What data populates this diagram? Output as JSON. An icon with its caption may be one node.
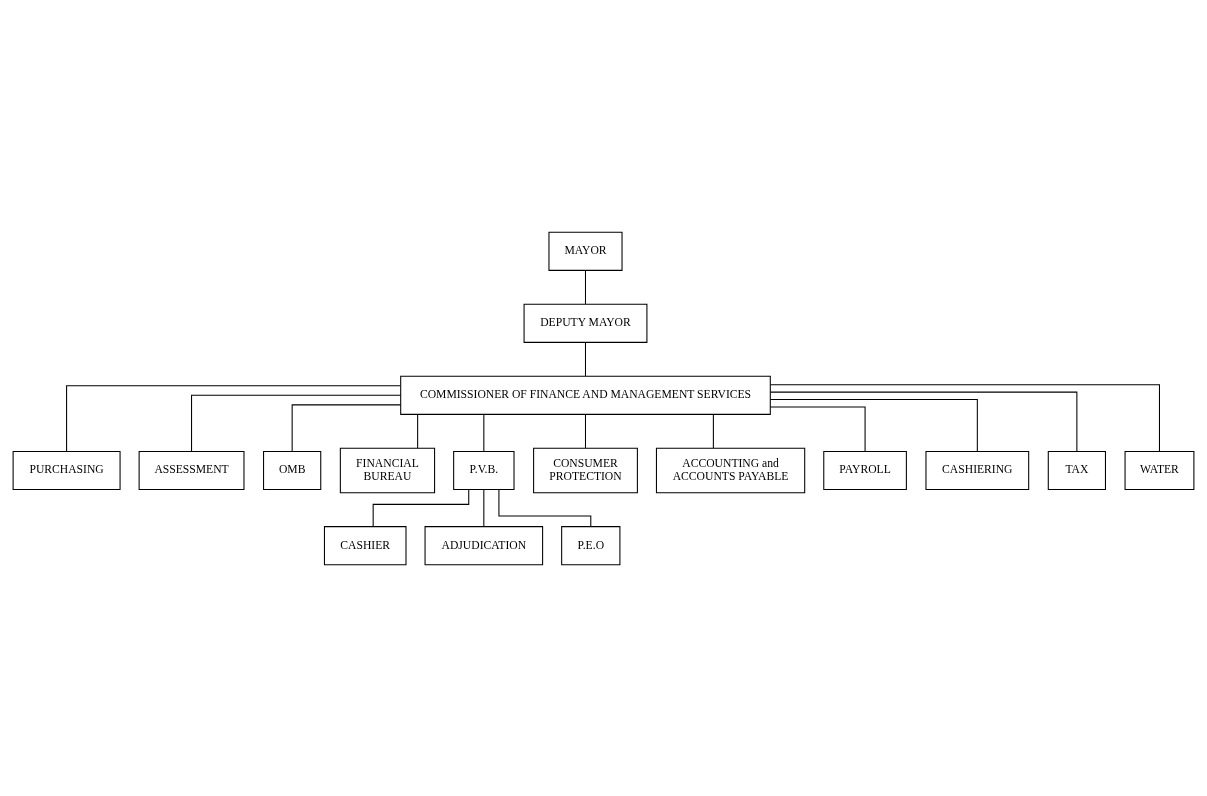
{
  "diagram": {
    "nodes": [
      {
        "text": [
          "MAYOR"
        ]
      },
      {
        "text": [
          "DEPUTY MAYOR"
        ]
      },
      {
        "text": [
          "COMMISSIONER OF FINANCE AND MANAGEMENT SERVICES"
        ]
      },
      {
        "text": [
          "PURCHASING"
        ]
      },
      {
        "text": [
          "ASSESSMENT"
        ]
      },
      {
        "text": [
          "OMB"
        ]
      },
      {
        "text": [
          "FINANCIAL BUREAU"
        ]
      },
      {
        "text": [
          "P.V.B."
        ]
      },
      {
        "text": [
          "CONSUMER PROTECTION"
        ]
      },
      {
        "text": [
          "CASHIER"
        ]
      },
      {
        "text": [
          "ADJUDICATION"
        ]
      },
      {
        "text": [
          "P.E.O"
        ]
      },
      {
        "text": [
          "ACCOUNTING and ACCOUNTS PAYABLE"
        ]
      },
      {
        "text": [
          "PAYROLL"
        ]
      },
      {
        "text": [
          "CASHIERING"
        ]
      },
      {
        "text": [
          "TAX"
        ]
      },
      {
        "text": [
          "WATER"
        ]
      }
    ],
    "edges": [
      {
        "from": 0,
        "to": 1,
        "arrow": "none"
      },
      {
        "from": 1,
        "to": 2,
        "arrow": "none"
      },
      {
        "from": 2,
        "to": 3,
        "arrow": "none"
      },
      {
        "from": 2,
        "to": 4,
        "arrow": "none"
      },
      {
        "from": 2,
        "to": 5,
        "arrow": "none"
      },
      {
        "from": 2,
        "to": 6,
        "arrow": "none"
      },
      {
        "from": 2,
        "to": 7,
        "arrow": "none"
      },
      {
        "from": 2,
        "to": 8,
        "arrow": "none"
      },
      {
        "from": 7,
        "to": 9,
        "arrow": "none"
      },
      {
        "from": 7,
        "to": 10,
        "arrow": "none"
      },
      {
        "from": 7,
        "to": 11,
        "arrow": "none"
      },
      {
        "from": 2,
        "to": 12,
        "arrow": "none"
      },
      {
        "from": 2,
        "to": 13,
        "arrow": "none"
      },
      {
        "from": 2,
        "to": 14,
        "arrow": "none"
      },
      {
        "from": 2,
        "to": 15,
        "arrow": "none"
      },
      {
        "from": 2,
        "to": 16,
        "arrow": "none"
      }
    ]
  }
}
